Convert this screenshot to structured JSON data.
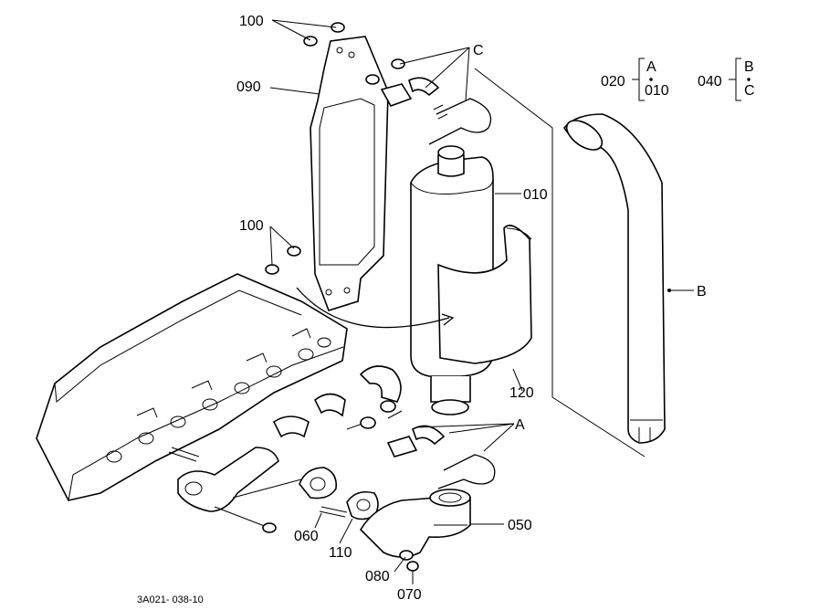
{
  "labels": {
    "p100_top": "100",
    "p090": "090",
    "p100_mid": "100",
    "c_top": "C",
    "p010": "010",
    "p120": "120",
    "a_mid": "A",
    "b_right": "B",
    "p050": "050",
    "p060": "060",
    "p110": "110",
    "p080": "080",
    "p070": "070"
  },
  "legend": {
    "g1_code": "020",
    "g1_top": "A",
    "g1_bottom": "010",
    "g2_code": "040",
    "g2_top": "B",
    "g2_bottom": "C"
  },
  "drawing_code": "3A021- 038-10"
}
